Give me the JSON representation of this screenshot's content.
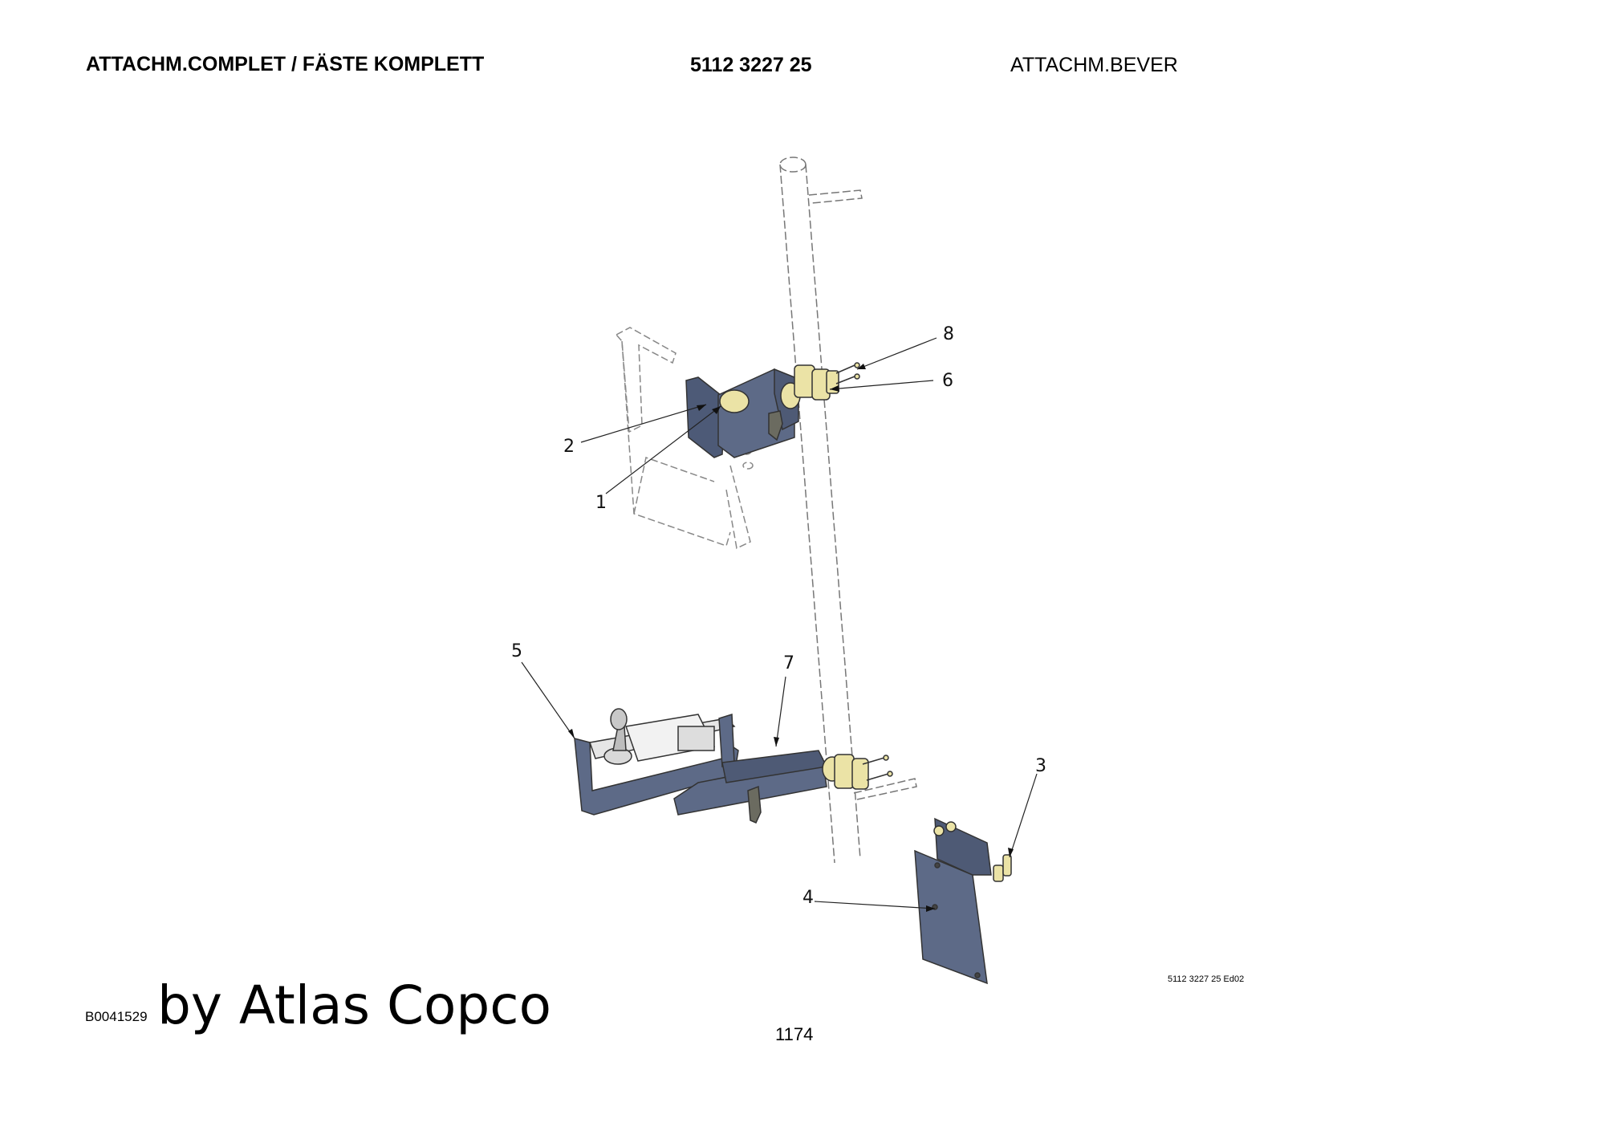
{
  "header": {
    "title": "ATTACHM.COMPLET / FÄSTE KOMPLETT",
    "part_number": "5112 3227 25",
    "subtitle": "ATTACHM.BEVER"
  },
  "callouts": [
    "1",
    "2",
    "3",
    "4",
    "5",
    "6",
    "7",
    "8"
  ],
  "colors": {
    "part_fill": "#5d6a87",
    "clamp_fill": "#ebe3a6",
    "outline": "#333333"
  },
  "footer": {
    "code": "B0041529",
    "brand": "by Atlas Copco",
    "page_number": "1174",
    "edition": "5112 3227 25 Ed02"
  }
}
